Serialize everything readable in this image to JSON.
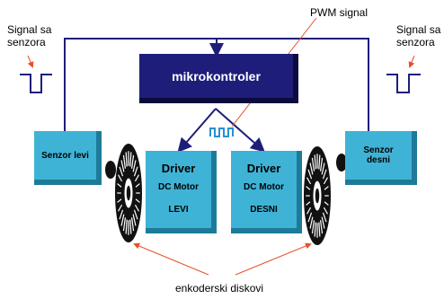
{
  "labels": {
    "signal_left": [
      "Signal sa",
      "senzora"
    ],
    "signal_right": [
      "Signal sa",
      "senzora"
    ],
    "pwm": "PWM signal",
    "encoders": "enkoderski diskovi"
  },
  "blocks": {
    "mcu": "mikrokontroler",
    "sensor_left": "Senzor levi",
    "sensor_right": [
      "Senzor",
      "desni"
    ],
    "driver_left": {
      "title": "Driver",
      "sub": "DC Motor",
      "side": "LEVI"
    },
    "driver_right": {
      "title": "Driver",
      "sub": "DC Motor",
      "side": "DESNI"
    }
  },
  "colors": {
    "mcu_fill": "#1e1e7a",
    "block_fill": "#3fb3d6",
    "wire": "#1e1e7a",
    "pwm_wave": "#2a8fd4",
    "arrow_red": "#e8502a"
  }
}
